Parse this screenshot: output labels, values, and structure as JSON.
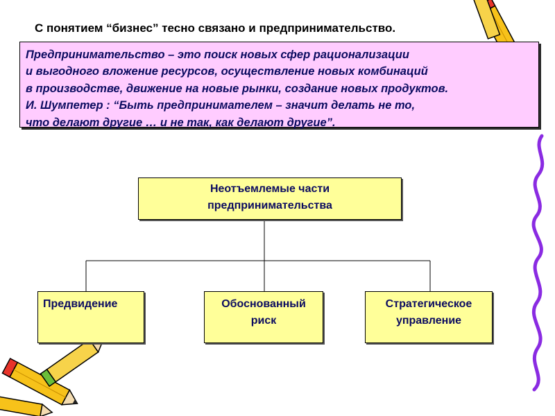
{
  "intro": "С понятием “бизнес” тесно связано и предпринимательство.",
  "definition": {
    "lines": [
      "Предпринимательство – это поиск новых сфер рационализации",
      "и выгодного вложение ресурсов, осуществление новых комбинаций",
      "в производстве, движение на новые рынки, создание новых продуктов.",
      "И. Шумпетер : “Быть предпринимателем – значит делать не то,",
      "что делают другие … и не так, как делают другие”."
    ]
  },
  "diagram": {
    "root": {
      "lines": [
        "Неотъемлемые части",
        "предпринимательства"
      ]
    },
    "children": [
      {
        "lines": [
          "Предвидение"
        ]
      },
      {
        "lines": [
          "Обоснованный",
          "риск"
        ]
      },
      {
        "lines": [
          "Стратегическое",
          "управление"
        ]
      }
    ]
  },
  "decorations": {
    "pencil_icons": [
      "pencil-icon-top-right",
      "pencil-icon-bottom-left"
    ],
    "wave_color": "#8a2be2",
    "pencil_color": "#f7c21a",
    "eraser_color": "#e8342a"
  },
  "colors": {
    "definition_bg": "#ffccff",
    "node_bg": "#ffff99",
    "text_dark": "#0b0b60"
  }
}
